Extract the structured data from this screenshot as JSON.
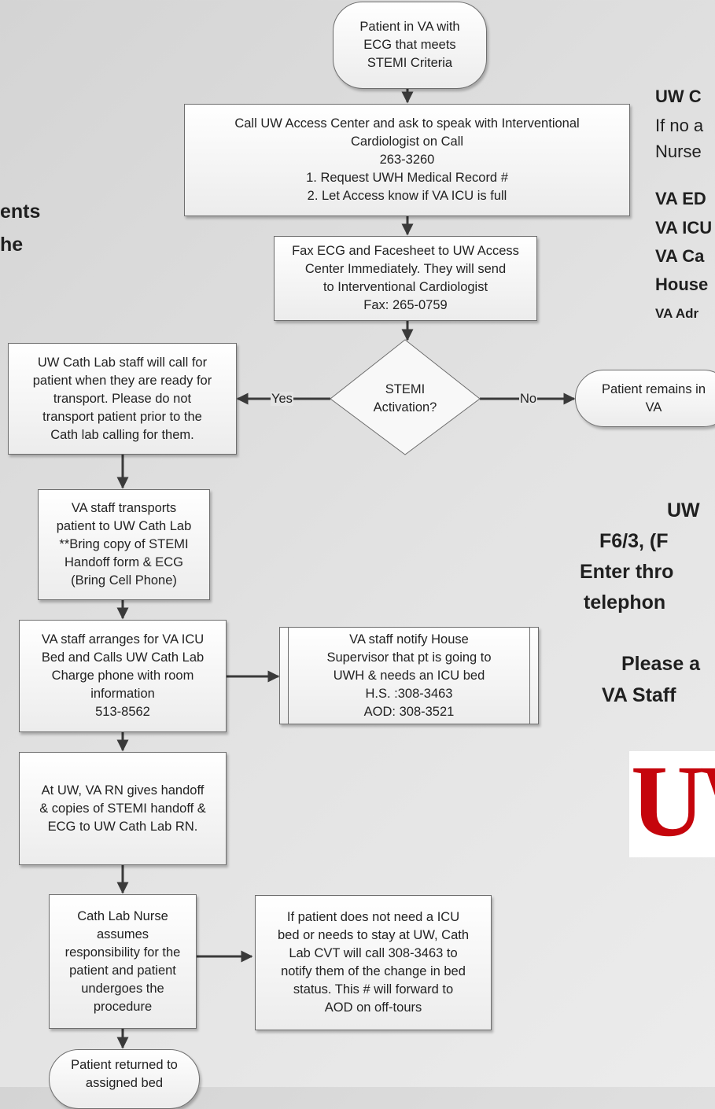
{
  "flowchart": {
    "start": [
      "Patient in VA with",
      "ECG that meets",
      "STEMI Criteria"
    ],
    "call_access": [
      "Call UW Access Center and ask to speak with Interventional",
      "Cardiologist on Call",
      "263-3260",
      "1. Request UWH Medical Record #",
      "2.  Let Access know if VA ICU is full"
    ],
    "fax": [
      "Fax ECG and Facesheet to UW Access",
      "Center Immediately.  They will send",
      "to Interventional Cardiologist",
      "Fax:  265-0759"
    ],
    "decision": [
      "STEMI",
      "Activation?"
    ],
    "yes_label": "Yes",
    "no_label": "No",
    "remains": [
      "Patient remains in",
      "VA"
    ],
    "cath_lab_call": [
      "UW Cath Lab staff will call for",
      "patient when they are ready for",
      "transport. Please do not",
      "transport patient prior to  the",
      "Cath lab calling for them."
    ],
    "transport": [
      "VA  staff transports",
      "patient to UW Cath Lab",
      "**Bring copy of STEMI",
      "Handoff form & ECG",
      "(Bring Cell Phone)"
    ],
    "icu_bed": [
      "VA  staff arranges for VA ICU",
      "Bed and Calls UW Cath Lab",
      "Charge phone with room",
      "information",
      "513-8562"
    ],
    "notify_house": [
      "VA staff notify House",
      "Supervisor that pt is going to",
      "UWH & needs an ICU bed",
      "H.S. :308-3463",
      "AOD: 308-3521"
    ],
    "handoff": [
      "At UW, VA RN gives handoff",
      "& copies of STEMI handoff &",
      "ECG to UW Cath Lab RN."
    ],
    "nurse": [
      "Cath Lab Nurse",
      "assumes",
      "responsibility for the",
      "patient and patient",
      "undergoes the",
      "procedure"
    ],
    "no_icu": [
      "If patient does not need a ICU",
      "bed or needs to stay at UW, Cath",
      "Lab CVT will call  308-3463 to",
      "notify them of the change in bed",
      "status. This # will forward to",
      "AOD on off-tours"
    ],
    "returned": [
      "Patient returned to",
      "assigned bed"
    ]
  },
  "left_text": [
    "ents",
    "he"
  ],
  "right_panel": {
    "contact_heading": "UW C",
    "contact_lines": [
      "If no a",
      "Nurse"
    ],
    "phone_list": [
      "VA ED",
      "VA ICU",
      "VA Ca",
      "House",
      "VA Adr"
    ],
    "location": [
      "UW",
      "F6/3, (F",
      "Enter thro",
      "telephon"
    ],
    "please": [
      "Please a",
      "VA Staff"
    ]
  },
  "logo": {
    "text": "UW",
    "color": "#c5050c"
  }
}
